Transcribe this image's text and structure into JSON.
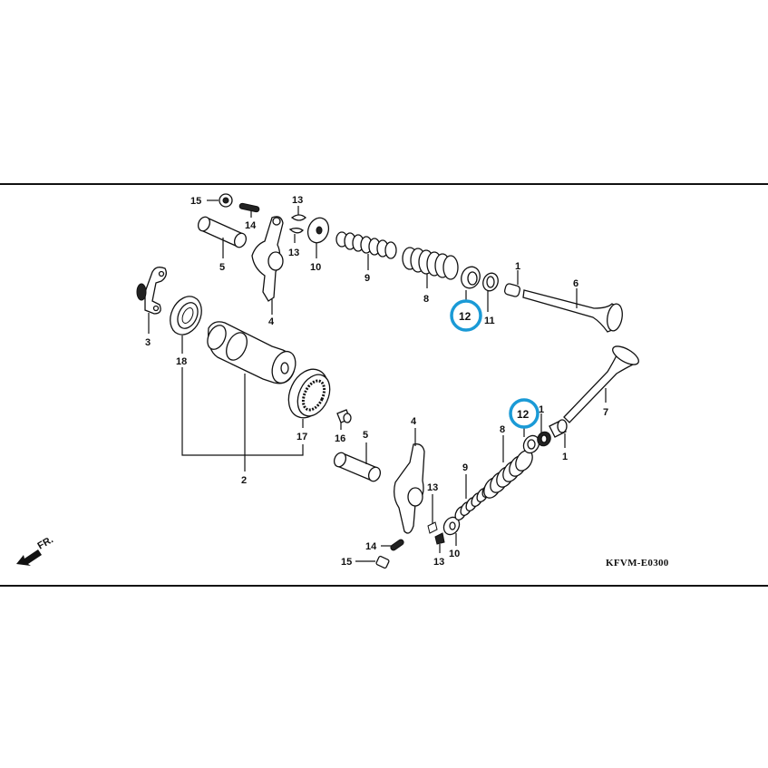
{
  "diagram": {
    "code": "KFVM-E0300",
    "direction_marker": "FR.",
    "highlight_color": "#1a9ad6",
    "labels": {
      "p1a": "1",
      "p1b": "1",
      "p1c": "1",
      "p2": "2",
      "p3": "3",
      "p4a": "4",
      "p4b": "4",
      "p5a": "5",
      "p5b": "5",
      "p6": "6",
      "p7": "7",
      "p8a": "8",
      "p8b": "8",
      "p9a": "9",
      "p9b": "9",
      "p10a": "10",
      "p10b": "10",
      "p11": "11",
      "p12a": "12",
      "p12b": "12",
      "p13a": "13",
      "p13b": "13",
      "p13c": "13",
      "p13d": "13",
      "p14a": "14",
      "p14b": "14",
      "p15a": "15",
      "p15b": "15",
      "p16": "16",
      "p17": "17",
      "p18": "18"
    }
  }
}
